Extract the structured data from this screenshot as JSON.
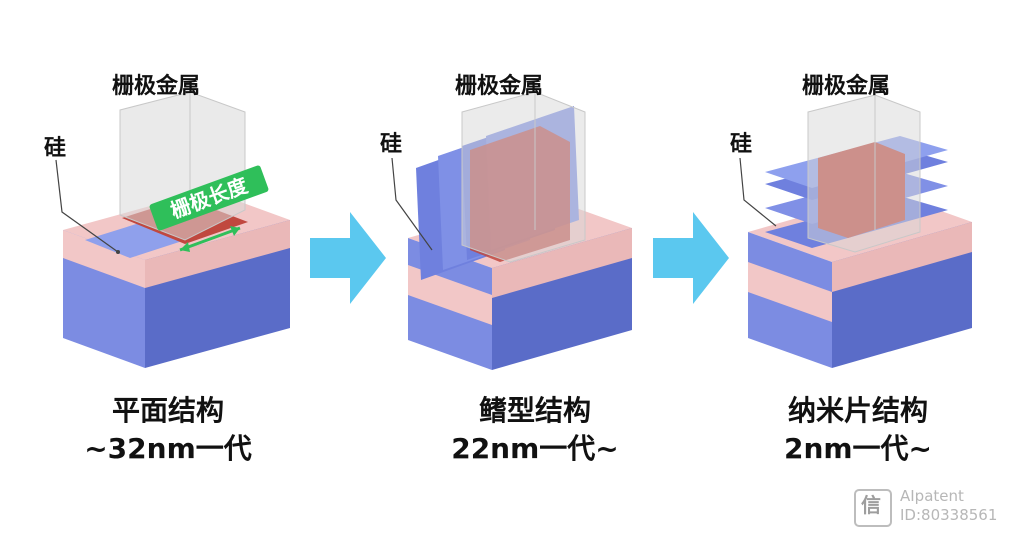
{
  "panels": [
    {
      "gate_label": "栅极金属",
      "silicon_label": "硅",
      "gate_length_label": "栅极长度",
      "caption_line1": "平面结构",
      "caption_line2": "~32nm一代"
    },
    {
      "gate_label": "栅极金属",
      "silicon_label": "硅",
      "caption_line1": "鳍型结构",
      "caption_line2": "22nm一代~"
    },
    {
      "gate_label": "栅极金属",
      "silicon_label": "硅",
      "caption_line1": "纳米片结构",
      "caption_line2": "2nm一代~"
    }
  ],
  "watermark": {
    "line1": "AIpatent",
    "line2": "ID:80338561",
    "logo_char": "信"
  },
  "colors": {
    "substrate_top": "#8896e8",
    "substrate_front": "#6f80de",
    "substrate_side": "#5566c4",
    "source_drain": "#f2c7c7",
    "gate_red": "#c0483f",
    "arrow": "#5bc8ef",
    "gate_glass": "#dcdcdc"
  }
}
